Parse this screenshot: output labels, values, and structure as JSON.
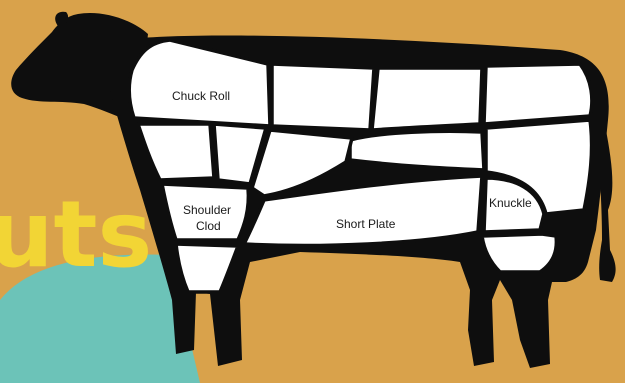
{
  "colors": {
    "background": "#d9a24b",
    "teal_arc": "#6cc3b8",
    "heading_yellow": "#f2d535",
    "animal_black": "#0e0e0e",
    "cut_white": "#ffffff"
  },
  "heading_fragment": "uts",
  "cuts": {
    "chuck_roll": "Chuck Roll",
    "shoulder_clod_line1": "Shoulder",
    "shoulder_clod_line2": "Clod",
    "short_plate": "Short Plate",
    "knuckle": "Knuckle"
  }
}
